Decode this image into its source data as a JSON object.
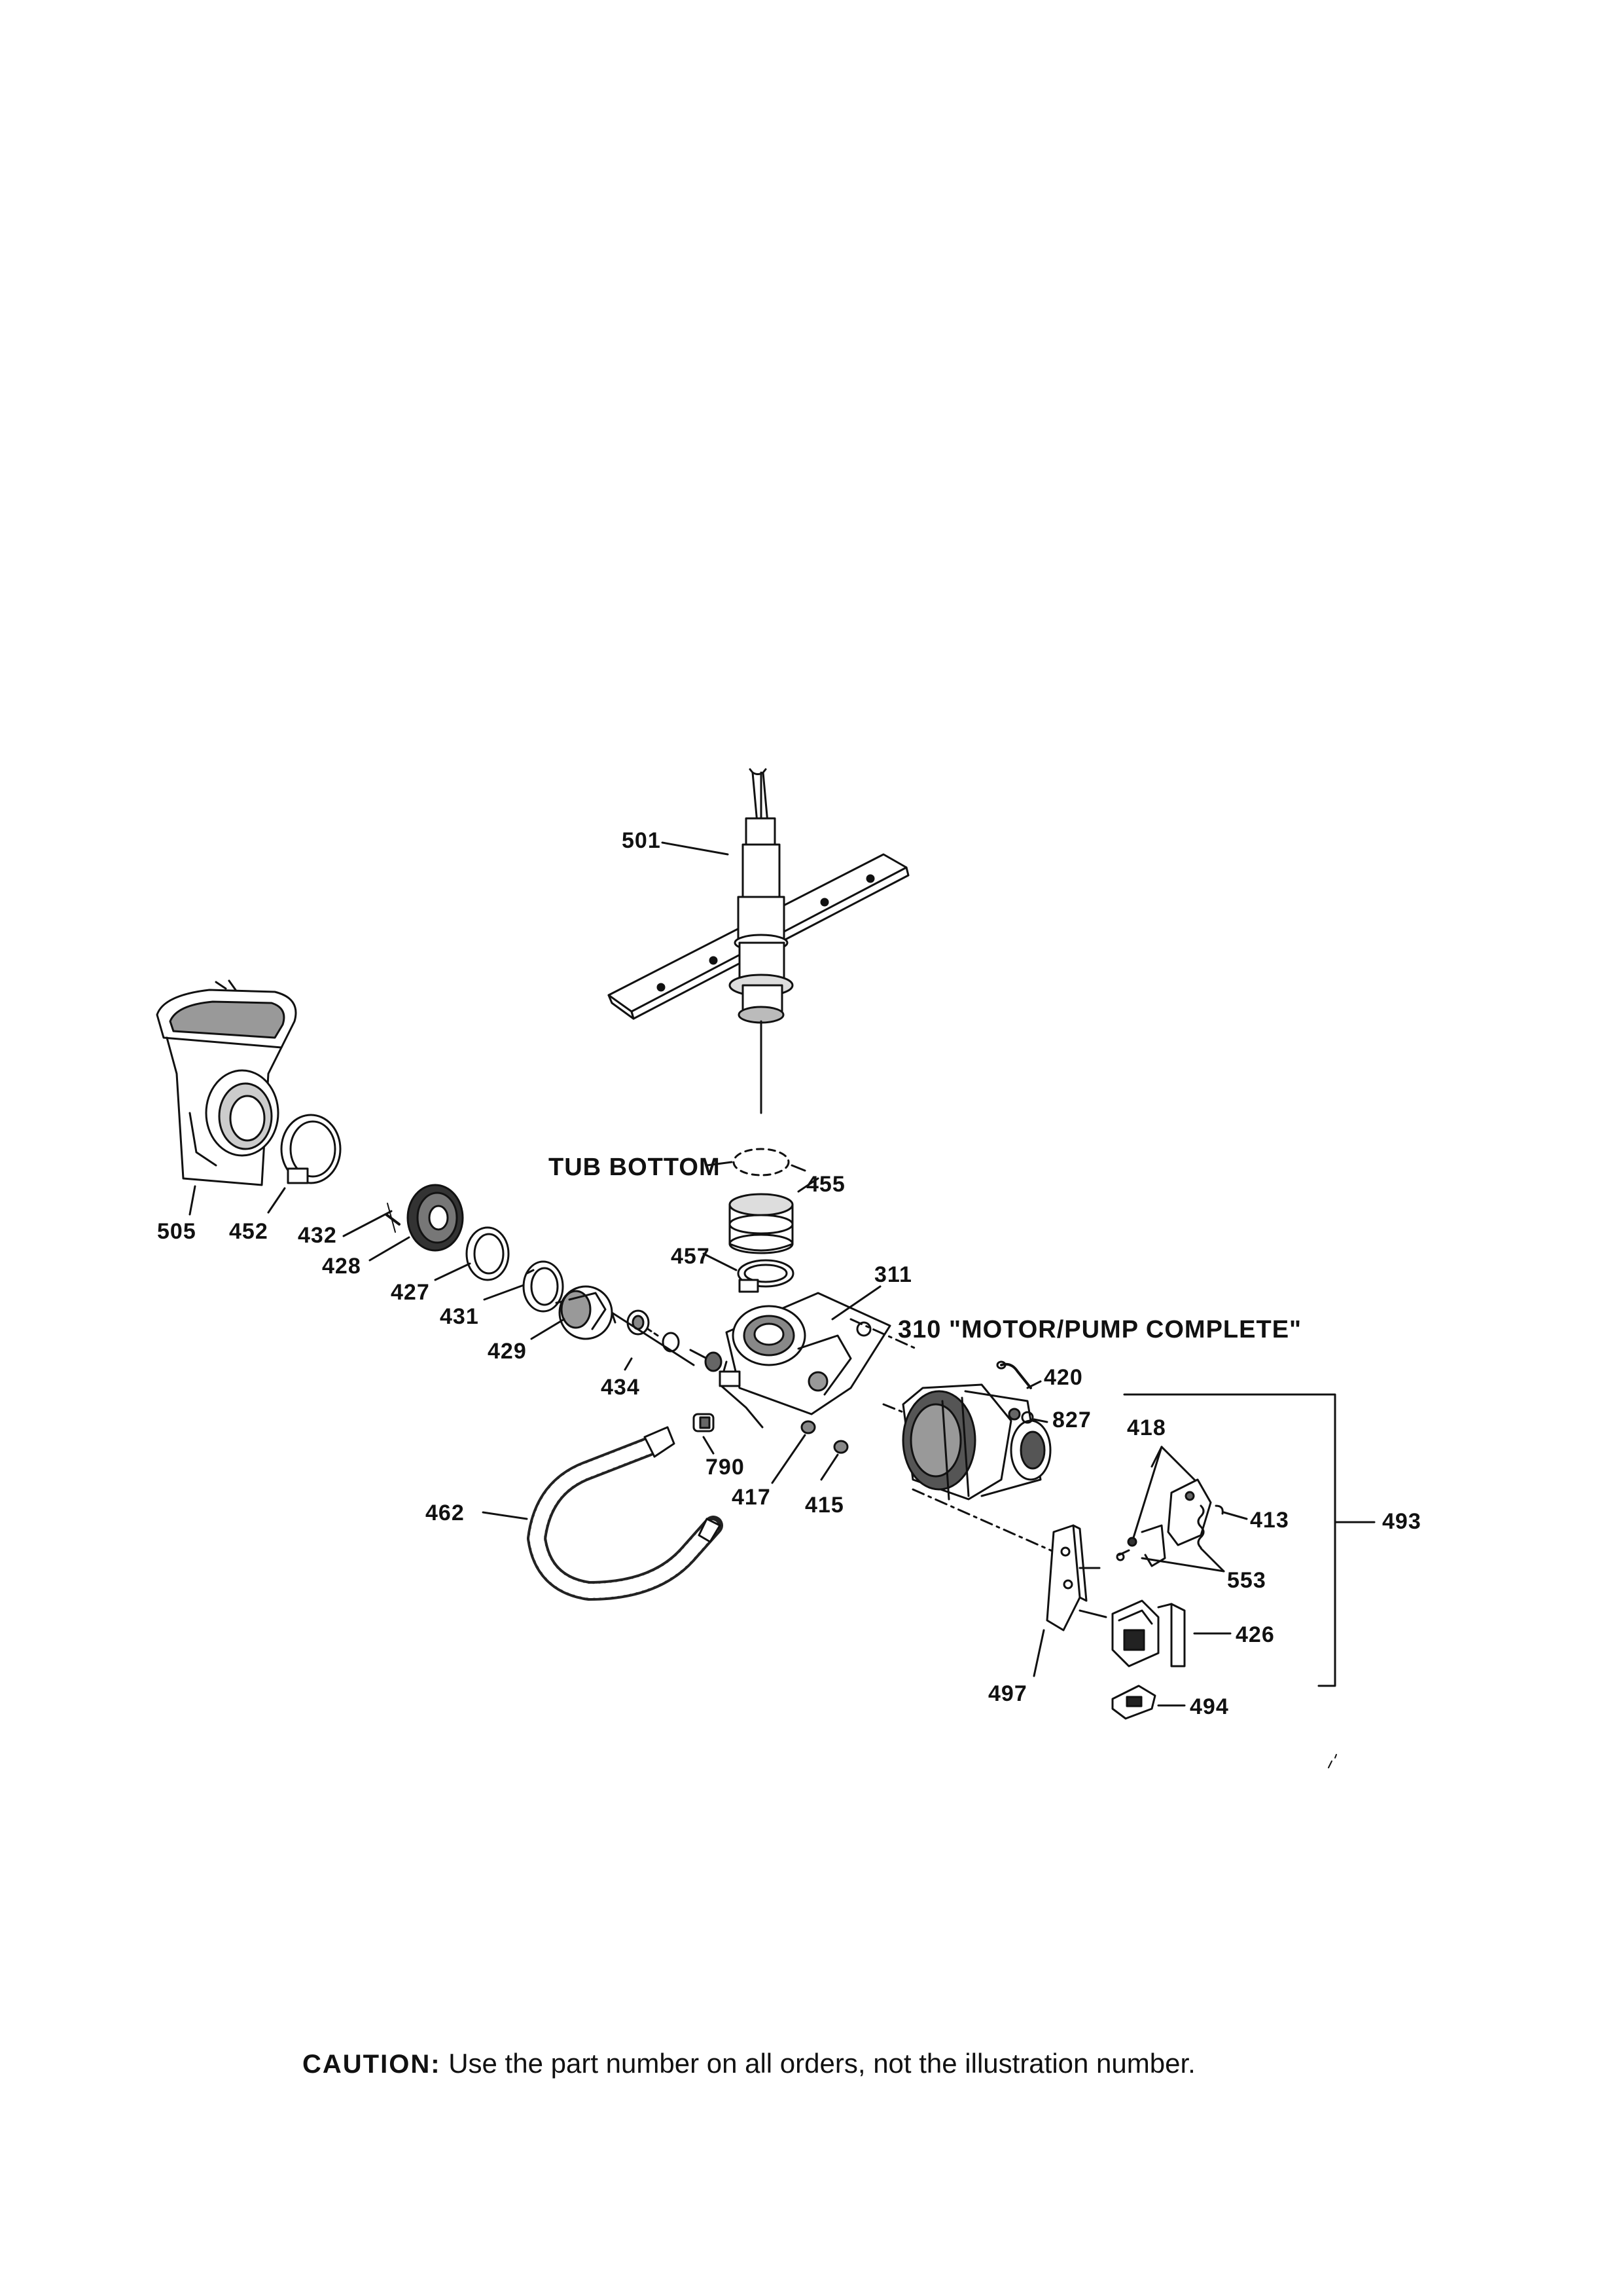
{
  "labels": {
    "p501": "501",
    "p505": "505",
    "p452": "452",
    "p432": "432",
    "p428": "428",
    "p427": "427",
    "p431": "431",
    "p429": "429",
    "p434": "434",
    "tub_bottom": "TUB BOTTOM",
    "p455": "455",
    "p457": "457",
    "p311": "311",
    "p310": "310 \"MOTOR/PUMP COMPLETE\"",
    "p420": "420",
    "p827": "827",
    "p418": "418",
    "p413": "413",
    "p493": "493",
    "p553": "553",
    "p426": "426",
    "p494": "494",
    "p497": "497",
    "p462": "462",
    "p790": "790",
    "p417": "417",
    "p415": "415"
  },
  "caution": {
    "label": "CAUTION:",
    "text": " Use the part number on all orders, not the illustration number."
  }
}
